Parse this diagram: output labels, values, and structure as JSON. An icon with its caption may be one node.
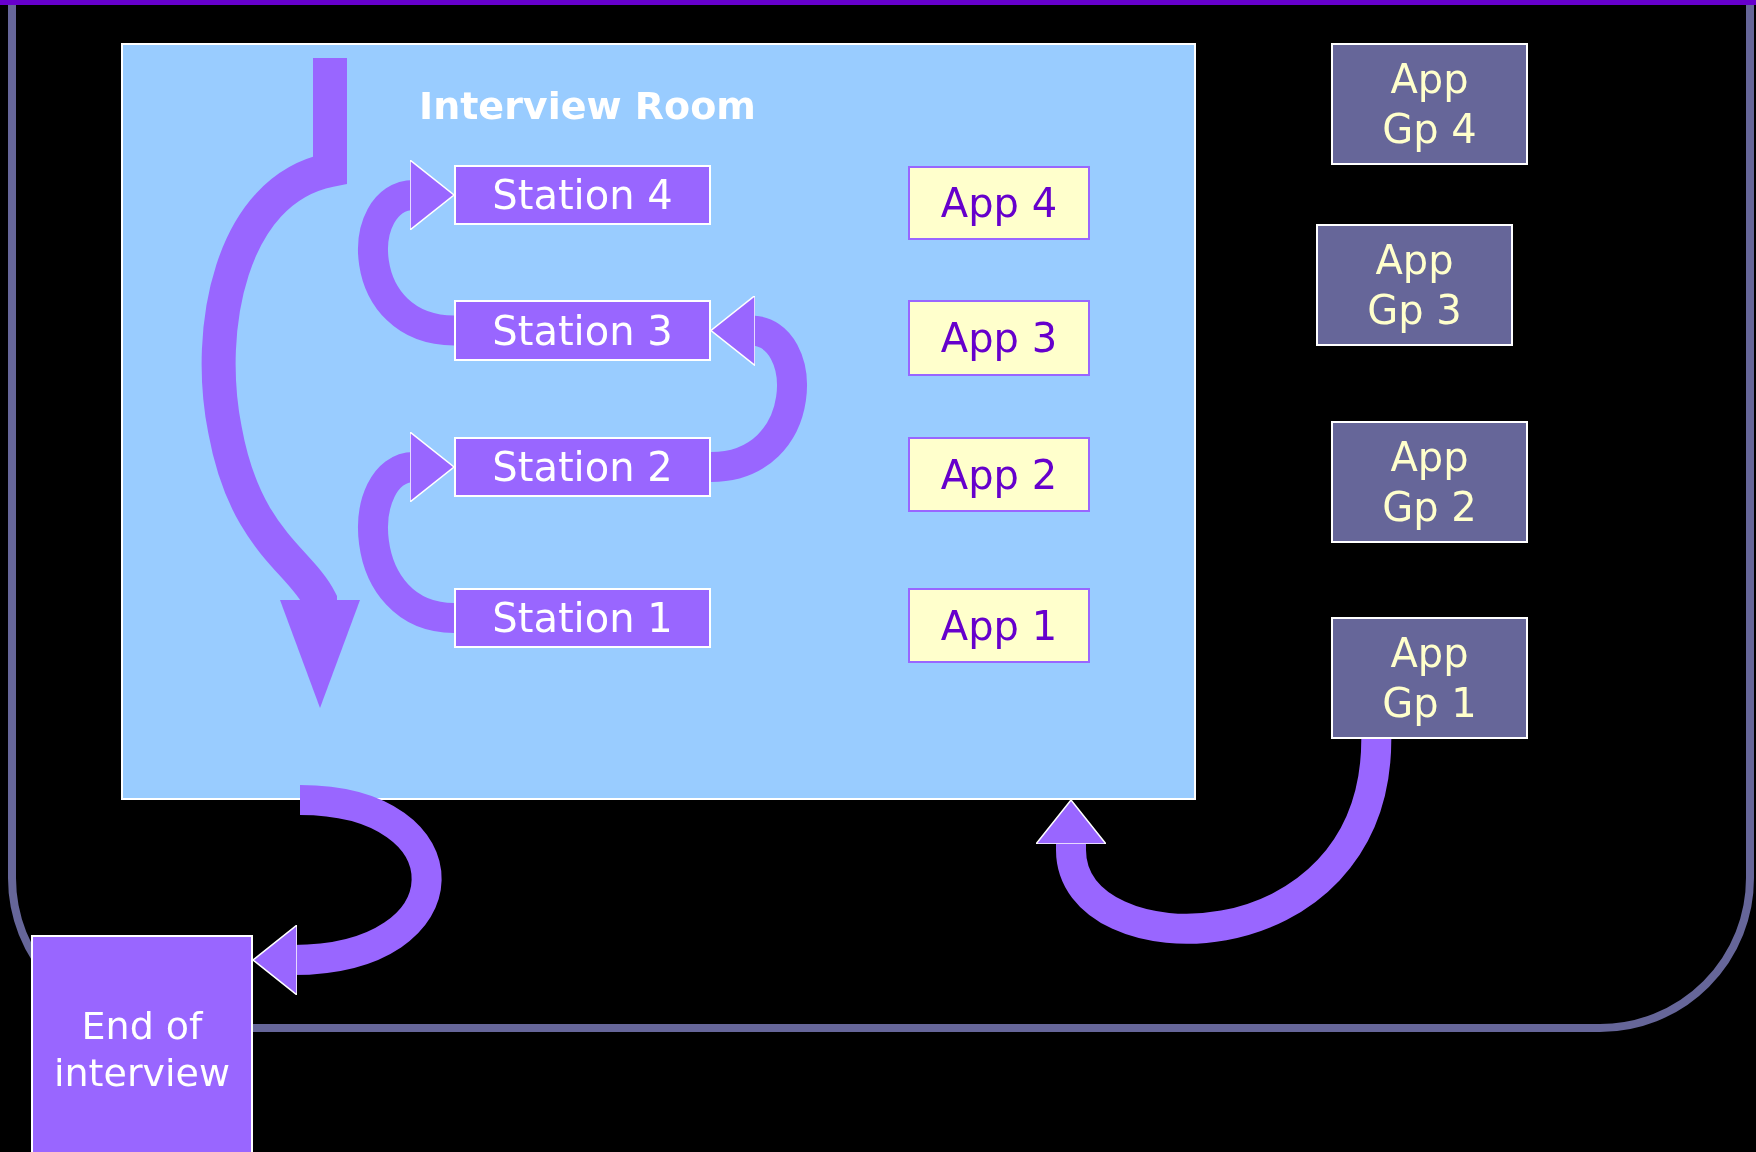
{
  "diagram": {
    "nodes": [
      {
        "text": [
          "Interview Room"
        ]
      },
      {
        "text": [
          "Station 4"
        ],
        "in": 0
      },
      {
        "text": [
          "App 4"
        ],
        "in": 0
      },
      {
        "text": [
          "Station 3"
        ],
        "in": 0
      },
      {
        "text": [
          "App 3"
        ],
        "in": 0
      },
      {
        "text": [
          "Station 2"
        ],
        "in": 0
      },
      {
        "text": [
          "App 2"
        ],
        "in": 0
      },
      {
        "text": [
          "Station 1"
        ],
        "in": 0
      },
      {
        "text": [
          "App 1"
        ],
        "in": 0
      },
      {
        "text": [
          "App Gp 4"
        ]
      },
      {
        "text": [
          "App Gp 3"
        ]
      },
      {
        "text": [
          "App Gp 2"
        ]
      },
      {
        "text": [
          "App Gp 1"
        ]
      },
      {
        "text": [
          "End of interview"
        ]
      }
    ],
    "edges": [
      {
        "from": 7,
        "to": 5,
        "arrow": "to"
      },
      {
        "from": 5,
        "to": 3,
        "arrow": "to"
      },
      {
        "from": 3,
        "to": 1,
        "arrow": "to"
      },
      {
        "from": 12,
        "to": 0,
        "arrow": "to"
      },
      {
        "from": 0,
        "to": 13,
        "arrow": "to"
      }
    ]
  }
}
